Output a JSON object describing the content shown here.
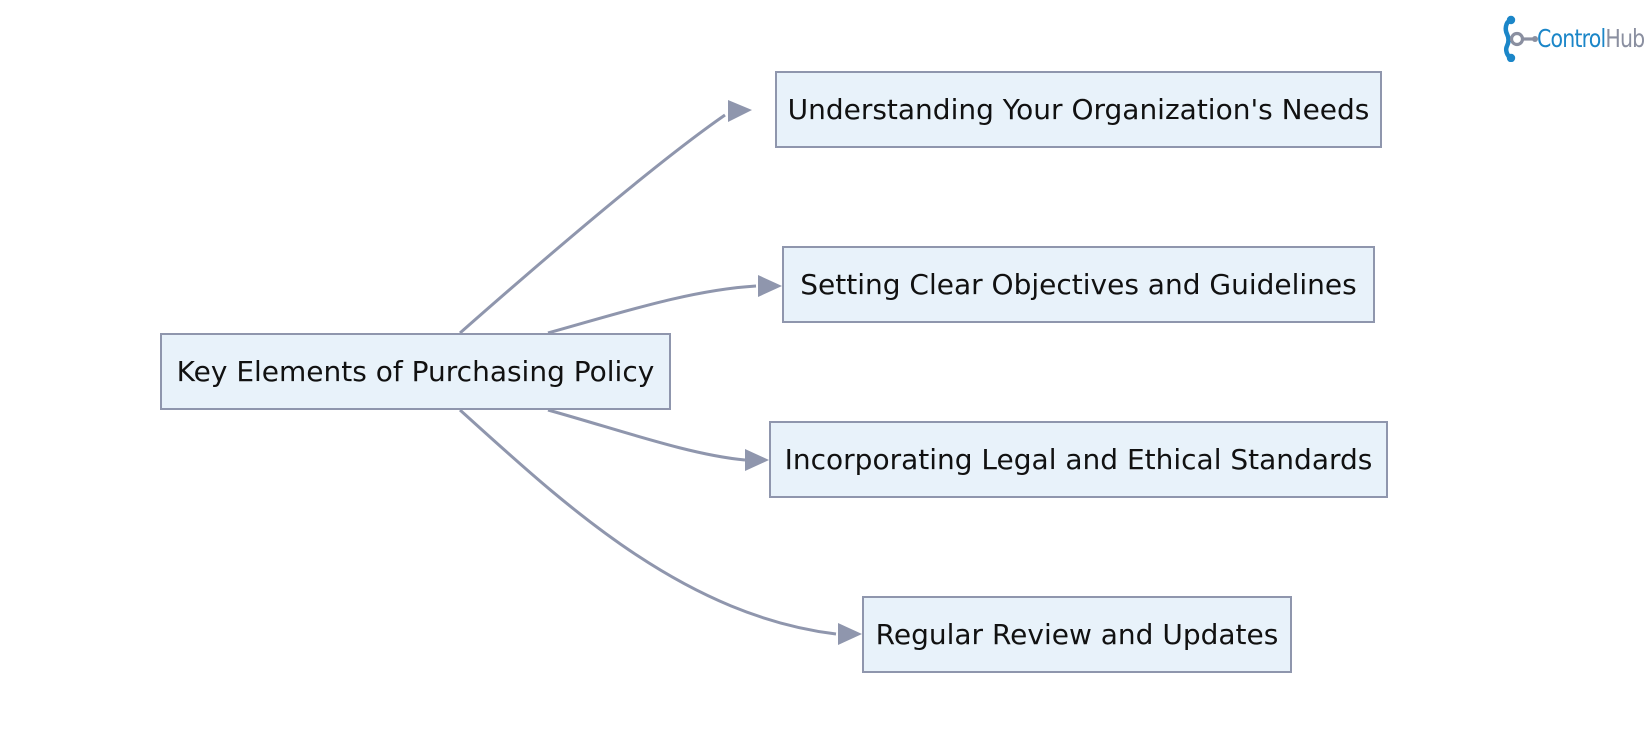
{
  "brand": {
    "name_part1": "Control",
    "name_part2": "Hub",
    "colors": {
      "primary": "#1b86c8",
      "secondary": "#8a8fa0"
    }
  },
  "diagram": {
    "colors": {
      "node_fill": "#e8f2fa",
      "node_border": "#8f96ad",
      "edge": "#8f96ad",
      "text": "#111111"
    },
    "root": {
      "label": "Key Elements of Purchasing Policy"
    },
    "children": [
      {
        "label": "Understanding Your Organization's Needs"
      },
      {
        "label": "Setting Clear Objectives and Guidelines"
      },
      {
        "label": "Incorporating Legal and Ethical Standards"
      },
      {
        "label": "Regular Review and Updates"
      }
    ]
  }
}
